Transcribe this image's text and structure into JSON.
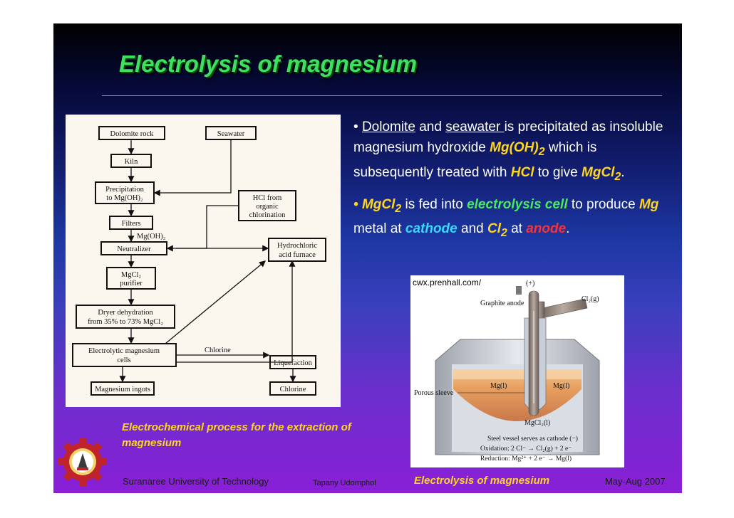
{
  "slide": {
    "title": "Electrolysis of magnesium",
    "bullets": {
      "b1": {
        "p1": "• ",
        "dolomite": "Dolomite",
        "p2": " and ",
        "seawater": "seawater ",
        "p3": "is precipitated as insoluble magnesium hydroxide ",
        "mgoh": "Mg(OH)",
        "mgoh_sub": "2",
        "p4": " which is subsequently treated with ",
        "hcl": "HCl",
        "p5": " to give ",
        "mgcl": "MgCl",
        "mgcl_sub": "2",
        "p6": "."
      },
      "b2": {
        "p1": "• ",
        "mgcl": "MgCl",
        "mgcl_sub": "2",
        "p2": " is fed into ",
        "cell": "electrolysis cell",
        "p3": " to produce ",
        "mg": "Mg",
        "p4": " metal at ",
        "cathode": "cathode",
        "p5": " and ",
        "cl": "Cl",
        "cl_sub": "2",
        "p6": " at ",
        "anode": "anode",
        "p7": "."
      }
    },
    "flowchart": {
      "dolomite": "Dolomite rock",
      "seawater": "Seawater",
      "kiln": "Kiln",
      "precip1": "Precipitation",
      "precip2": "to Mg(OH)₂",
      "hcl1": "HCl from",
      "hcl2": "organic",
      "hcl3": "chlorination",
      "filters": "Filters",
      "mgoh": "Mg(OH)₂",
      "neutralizer": "Neutralizer",
      "furnace1": "Hydrochloric",
      "furnace2": "acid furnace",
      "purifier1": "MgCl₂",
      "purifier2": "purifier",
      "dryer1": "Dryer dehydration",
      "dryer2": "from 35% to 73% MgCl₂",
      "cells1": "Electrolytic magnesium",
      "cells2": "cells",
      "chlorine_label": "Chlorine",
      "liquefaction": "Liquefaction",
      "ingots": "Magnesium ingots",
      "chlorine_box": "Chlorine"
    },
    "cell_diagram": {
      "source": "cwx.prenhall.com/",
      "plus": "(+)",
      "anode": "Graphite anode",
      "cl2": "Cl₂(g)",
      "sleeve": "Porous sleeve",
      "mg_left": "Mg(l)",
      "mg_right": "Mg(l)",
      "mgcl2": "MgCl₂(l)",
      "steel": "Steel vessel serves as cathode (−)",
      "oxidation": "Oxidation: 2 Cl⁻ → Cl₂(g) + 2 e⁻",
      "reduction": "Reduction: Mg²⁺ + 2 e⁻ → Mg(l)"
    },
    "caption": "Electrochemical process for the extraction of magnesium",
    "footer": {
      "university": "Suranaree University of Technology",
      "author": "Tapany  Udomphol",
      "label": "Electrolysis of magnesium",
      "date": "May-Aug   2007"
    }
  },
  "colors": {
    "title": "#3fe060",
    "yellow_emphasis": "#ffd61e",
    "green_emphasis": "#49e95e",
    "cyan_emphasis": "#38d8ff",
    "red_emphasis": "#ff3030"
  }
}
